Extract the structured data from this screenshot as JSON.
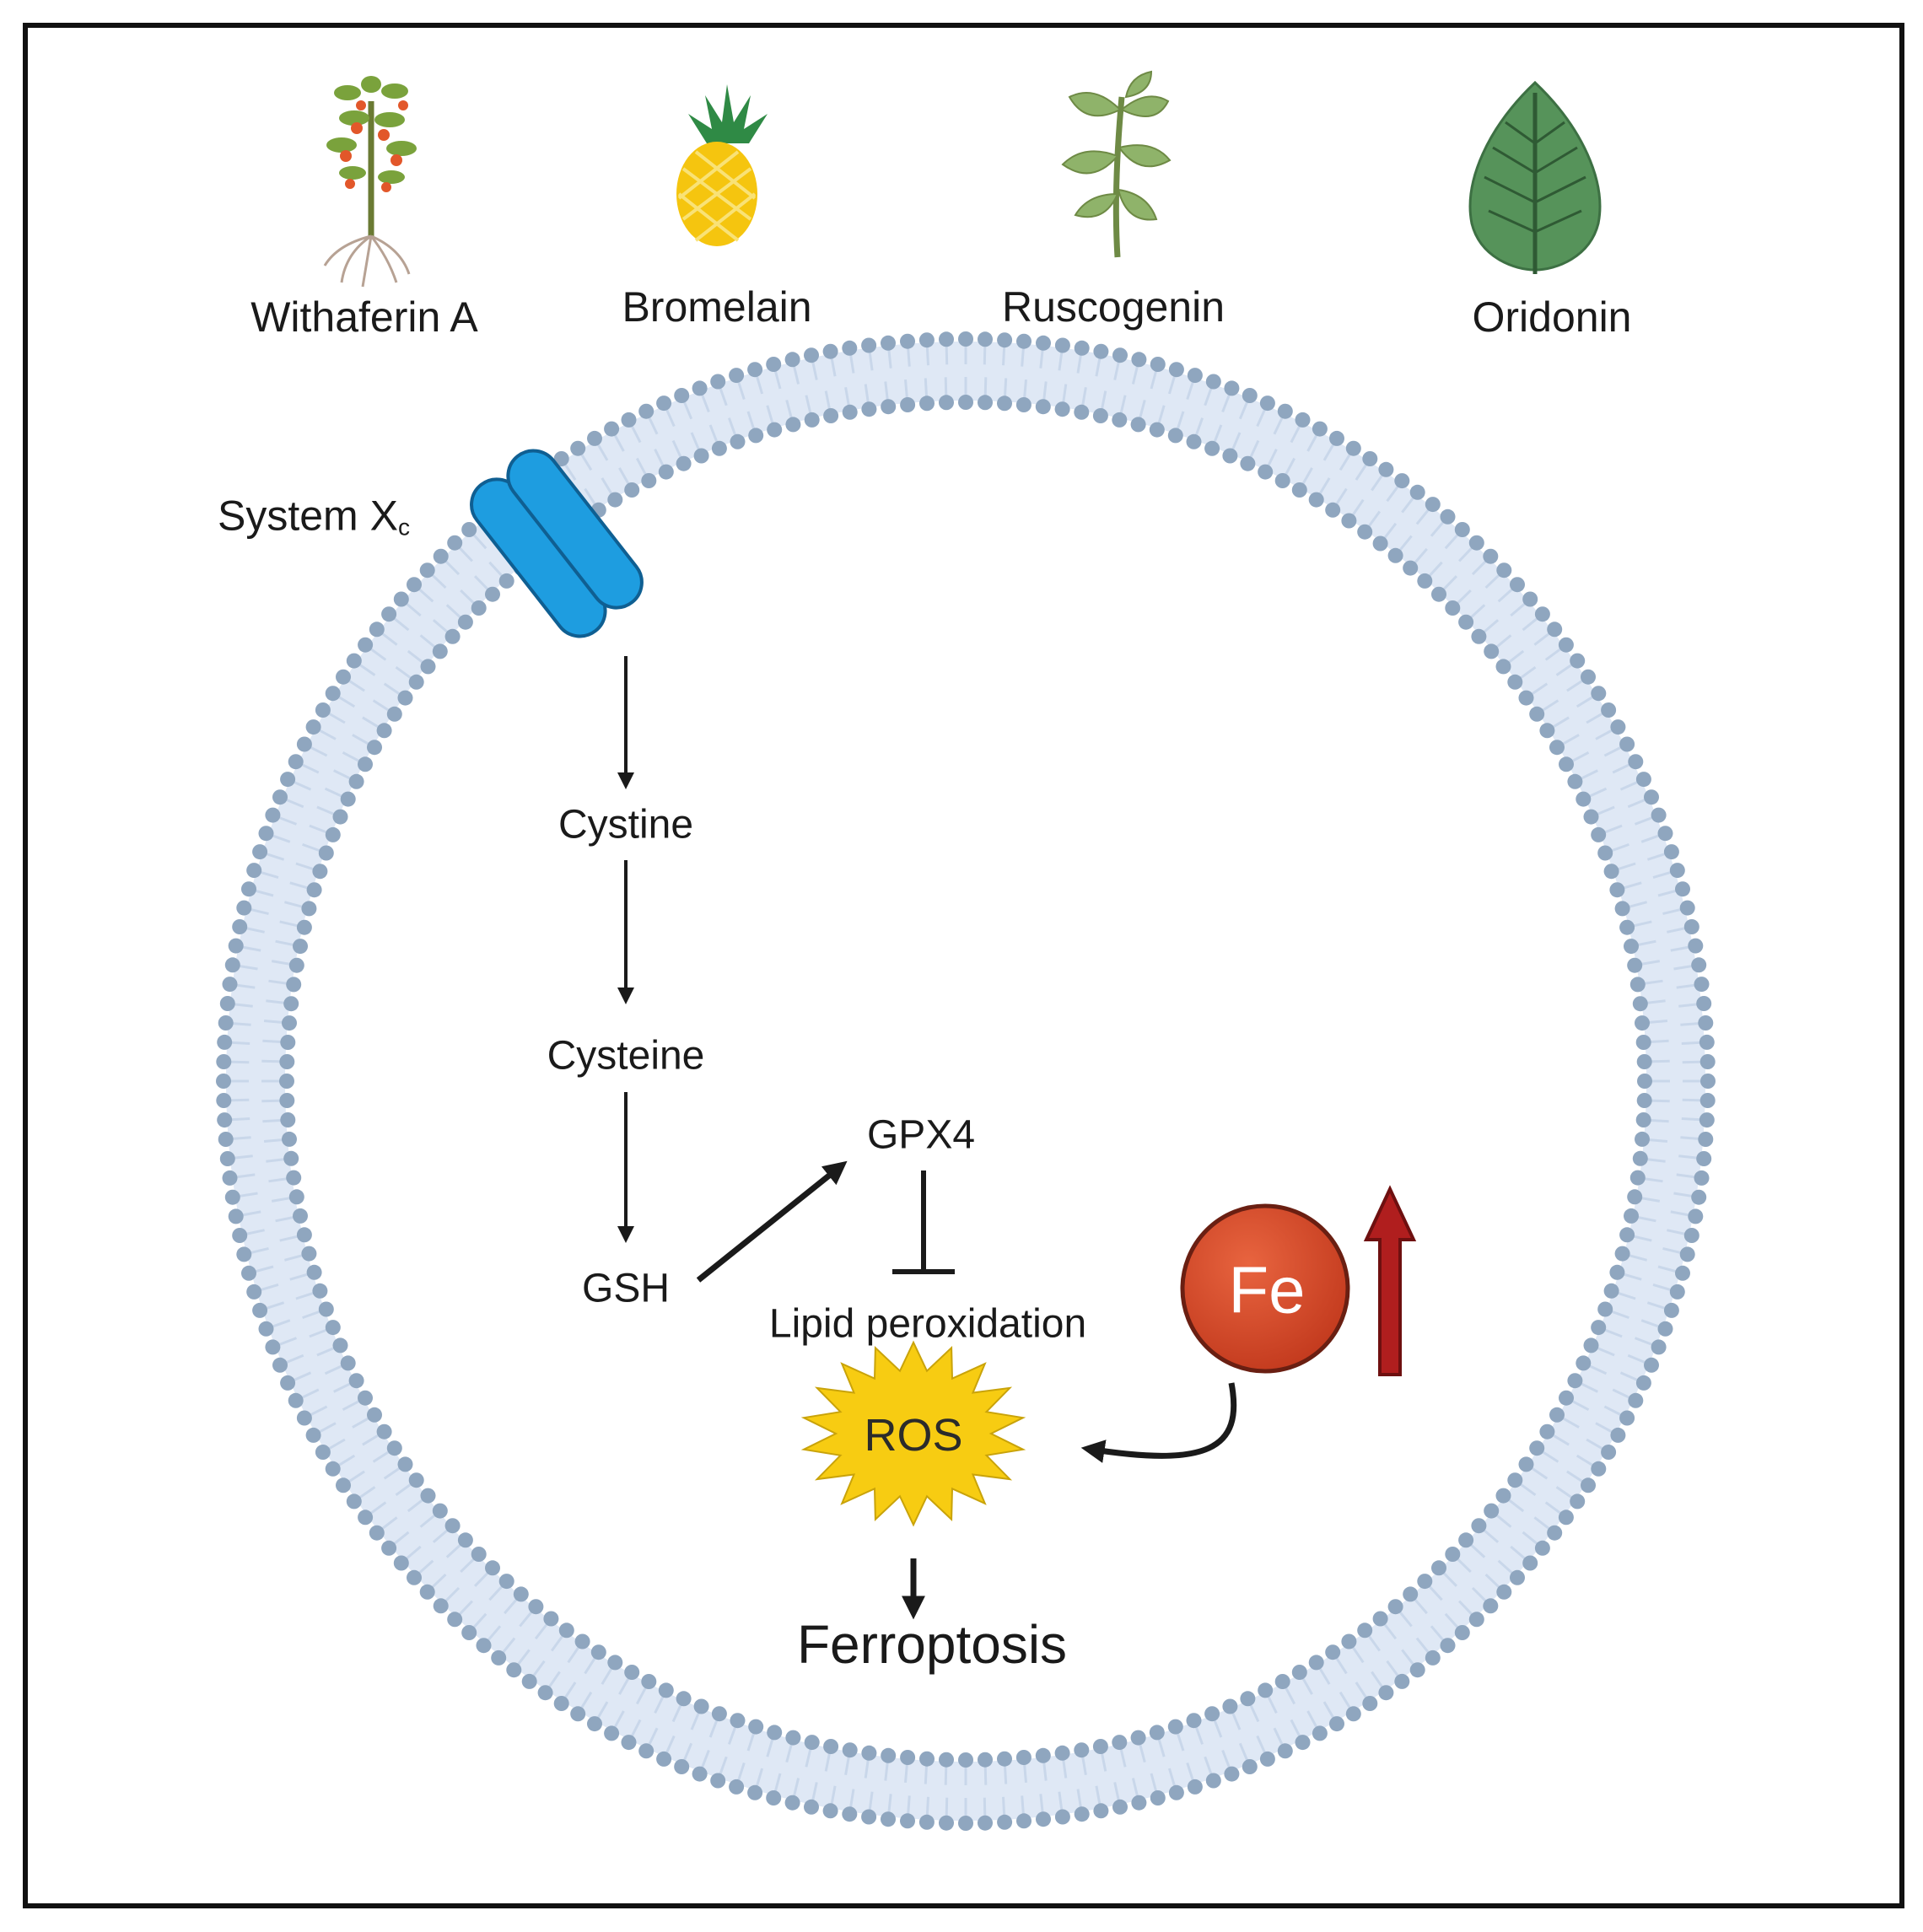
{
  "plants": [
    {
      "name": "Withaferin A",
      "icon": "withania-plant-icon"
    },
    {
      "name": "Bromelain",
      "icon": "pineapple-icon"
    },
    {
      "name": "Ruscogenin",
      "icon": "ruscus-plant-icon"
    },
    {
      "name": "Oridonin",
      "icon": "leaf-icon"
    }
  ],
  "transporter": {
    "label": "System X",
    "subscript": "c"
  },
  "pathway": {
    "cystine": "Cystine",
    "cysteine": "Cysteine",
    "gsh": "GSH",
    "gpx4": "GPX4",
    "lipid": "Lipid peroxidation",
    "ros": "ROS",
    "iron": "Fe",
    "outcome": "Ferroptosis"
  },
  "colors": {
    "membrane_head": "#8fa6bf",
    "membrane_tail": "#c9d7ea",
    "transporter": "#1e9de0",
    "ros_burst": "#f7cc12",
    "iron": "#d64a2b",
    "up_arrow": "#a41c1c"
  }
}
